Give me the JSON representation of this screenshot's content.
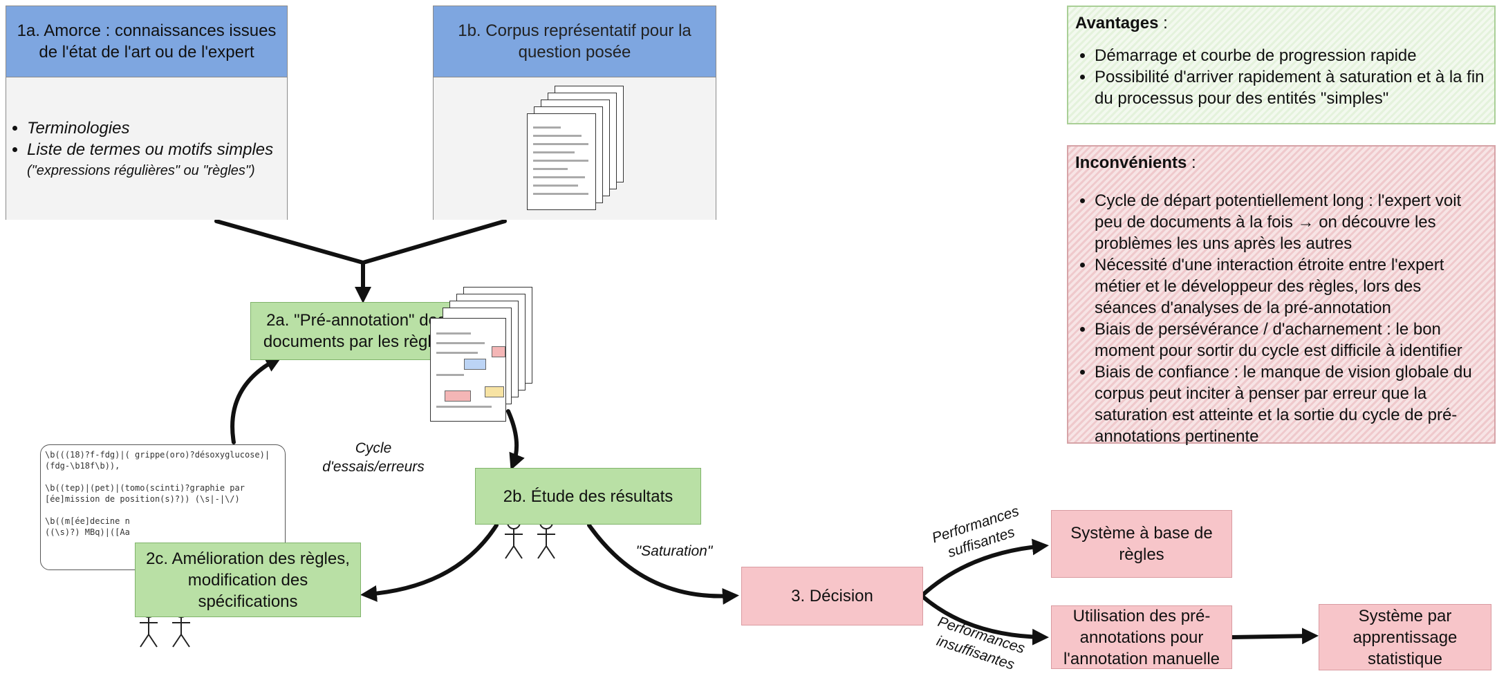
{
  "box_1a": {
    "title": "1a. Amorce : connaissances issues de l'état de l'art ou de l'expert",
    "items": [
      "Terminologies",
      "Liste de termes ou motifs simples"
    ],
    "note": "(\"expressions régulières\" ou \"règles\")"
  },
  "box_1b": {
    "title": "1b. Corpus représentatif pour la question posée"
  },
  "box_2a": {
    "title": "2a. \"Pré-annotation\" des documents par les règles"
  },
  "box_2b": {
    "title": "2b. Étude des résultats"
  },
  "box_2c": {
    "title": "2c. Amélioration des règles, modification des spécifications"
  },
  "box_3": {
    "title": "3. Décision"
  },
  "out_rules": {
    "title": "Système à base de règles"
  },
  "out_manual": {
    "title": "Utilisation des pré-annotations pour l'annotation manuelle"
  },
  "out_stat": {
    "title": "Système par apprentissage statistique"
  },
  "labels": {
    "cycle": "Cycle d'essais/erreurs",
    "saturation": "\"Saturation\"",
    "perf_ok": "Performances suffisantes",
    "perf_ko": "Performances insuffisantes"
  },
  "code": {
    "lines": [
      "\\b(((18)?f-fdg)|( grippe(oro)?désoxyglucose)|",
      "(fdg-\\b18f\\b)),",
      "",
      "\\b((tep)|(pet)|(tomo(scinti)?graphie par",
      "[ée]mission de position(s)?)) (\\s|-|\\/)",
      "",
      "\\b((m[ée]decine n",
      "((\\s)?) MBq)|([Aa"
    ]
  },
  "advantages": {
    "title": "Avantages",
    "suffix": " :",
    "items": [
      "Démarrage et courbe de progression rapide",
      "Possibilité d'arriver rapidement à saturation et à la fin du processus pour des entités \"simples\""
    ]
  },
  "drawbacks": {
    "title": "Inconvénients",
    "suffix": " :",
    "items": [
      "Cycle de départ potentiellement long : l'expert voit peu de documents à la fois → on découvre les problèmes les uns après les autres",
      "Nécessité d'une interaction étroite entre l'expert métier et le développeur des règles, lors des séances d'analyses de la pré-annotation",
      "Biais de persévérance / d'acharnement : le bon moment pour sortir du cycle est difficile à identifier",
      "Biais de confiance : le manque de vision globale du corpus peut inciter à penser par erreur que la saturation est atteinte et la sortie du cycle de pré-annotations pertinente"
    ]
  }
}
